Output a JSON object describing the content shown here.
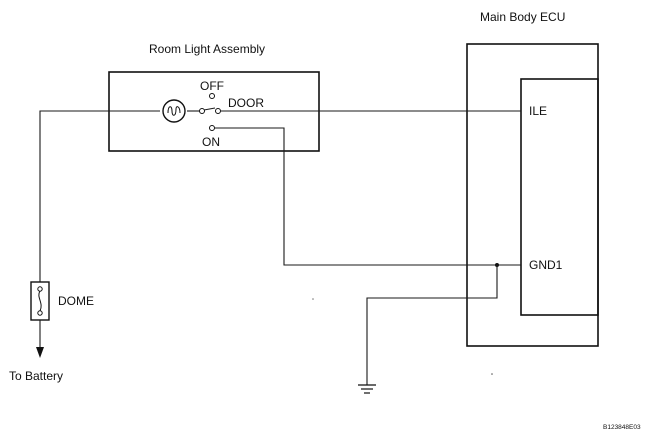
{
  "labels": {
    "ecu_title": "Main Body ECU",
    "room_light_title": "Room Light Assembly",
    "switch_off": "OFF",
    "switch_door": "DOOR",
    "switch_on": "ON",
    "ecu_pin_ile": "ILE",
    "ecu_pin_gnd1": "GND1",
    "fuse_label": "DOME",
    "battery_label": "To Battery",
    "figure_code": "B123848E03"
  },
  "icons": {
    "bulb": "light-bulb-icon",
    "fuse": "fuse-icon",
    "ground": "ground-icon",
    "arrow": "arrow-down-icon"
  },
  "colors": {
    "line": "#1a1a1a",
    "background": "#ffffff"
  }
}
